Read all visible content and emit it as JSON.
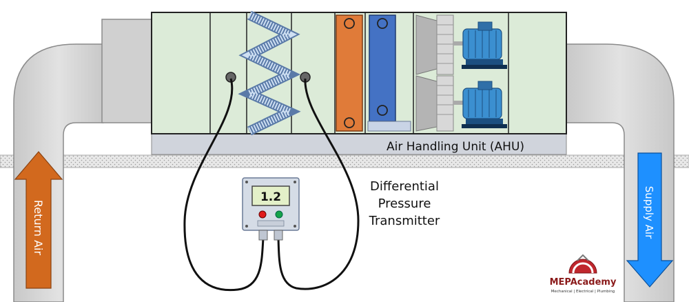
{
  "labels": {
    "ahu": "Air Handling Unit (AHU)",
    "transmitter_line1": "Differential",
    "transmitter_line2": "Pressure",
    "transmitter_line3": "Transmitter",
    "return_air": "Return Air",
    "supply_air": "Supply Air"
  },
  "transmitter": {
    "display_value": "1.2"
  },
  "logo": {
    "name": "MEPAcademy",
    "tagline": "Mechanical | Electrical | Plumbing"
  },
  "colors": {
    "ahu_panel": "#dcebd8",
    "duct": "#d9d9d9",
    "return_arrow": "#d2691e",
    "supply_arrow": "#1e90ff",
    "coil_heating": "#e07b39",
    "coil_cooling": "#4472c4",
    "motor": "#3b8fd0"
  }
}
